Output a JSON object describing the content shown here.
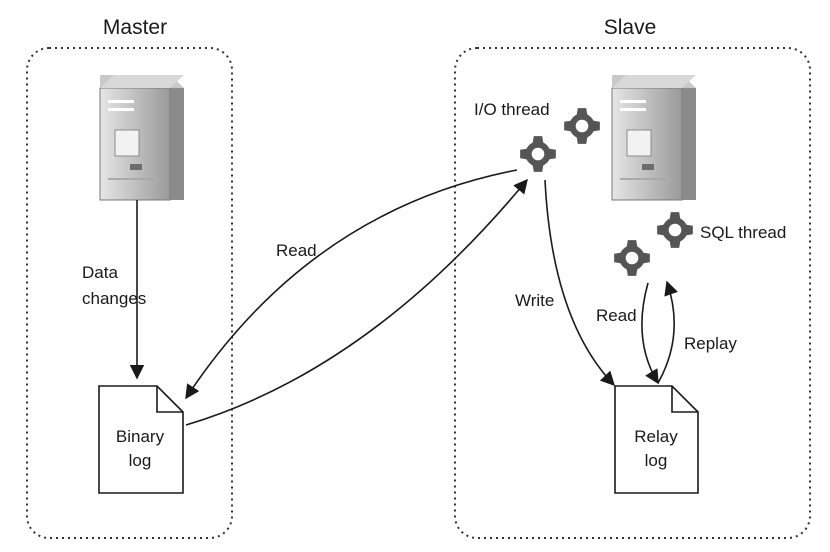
{
  "master": {
    "title": "Master",
    "data_changes_line1": "Data",
    "data_changes_line2": "changes",
    "binary_log_line1": "Binary",
    "binary_log_line2": "log"
  },
  "slave": {
    "title": "Slave",
    "io_thread": "I/O thread",
    "sql_thread": "SQL thread",
    "write": "Write",
    "read": "Read",
    "replay": "Replay",
    "relay_log_line1": "Relay",
    "relay_log_line2": "log"
  },
  "link": {
    "read": "Read"
  }
}
